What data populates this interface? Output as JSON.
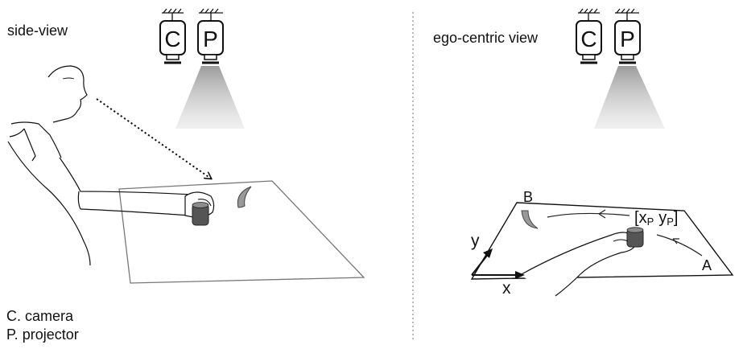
{
  "left_panel": {
    "title": "side-view",
    "camera_letter": "C",
    "projector_letter": "P"
  },
  "right_panel": {
    "title": "ego-centric view",
    "camera_letter": "C",
    "projector_letter": "P",
    "point_a": "A",
    "point_b": "B",
    "position_open": "[",
    "position_x": "x",
    "position_x_sub": "P",
    "position_y": "y",
    "position_y_sub": "P",
    "position_close": "]",
    "axis_x": "x",
    "axis_y": "y"
  },
  "legend": {
    "camera": "C. camera",
    "projector": "P. projector"
  }
}
